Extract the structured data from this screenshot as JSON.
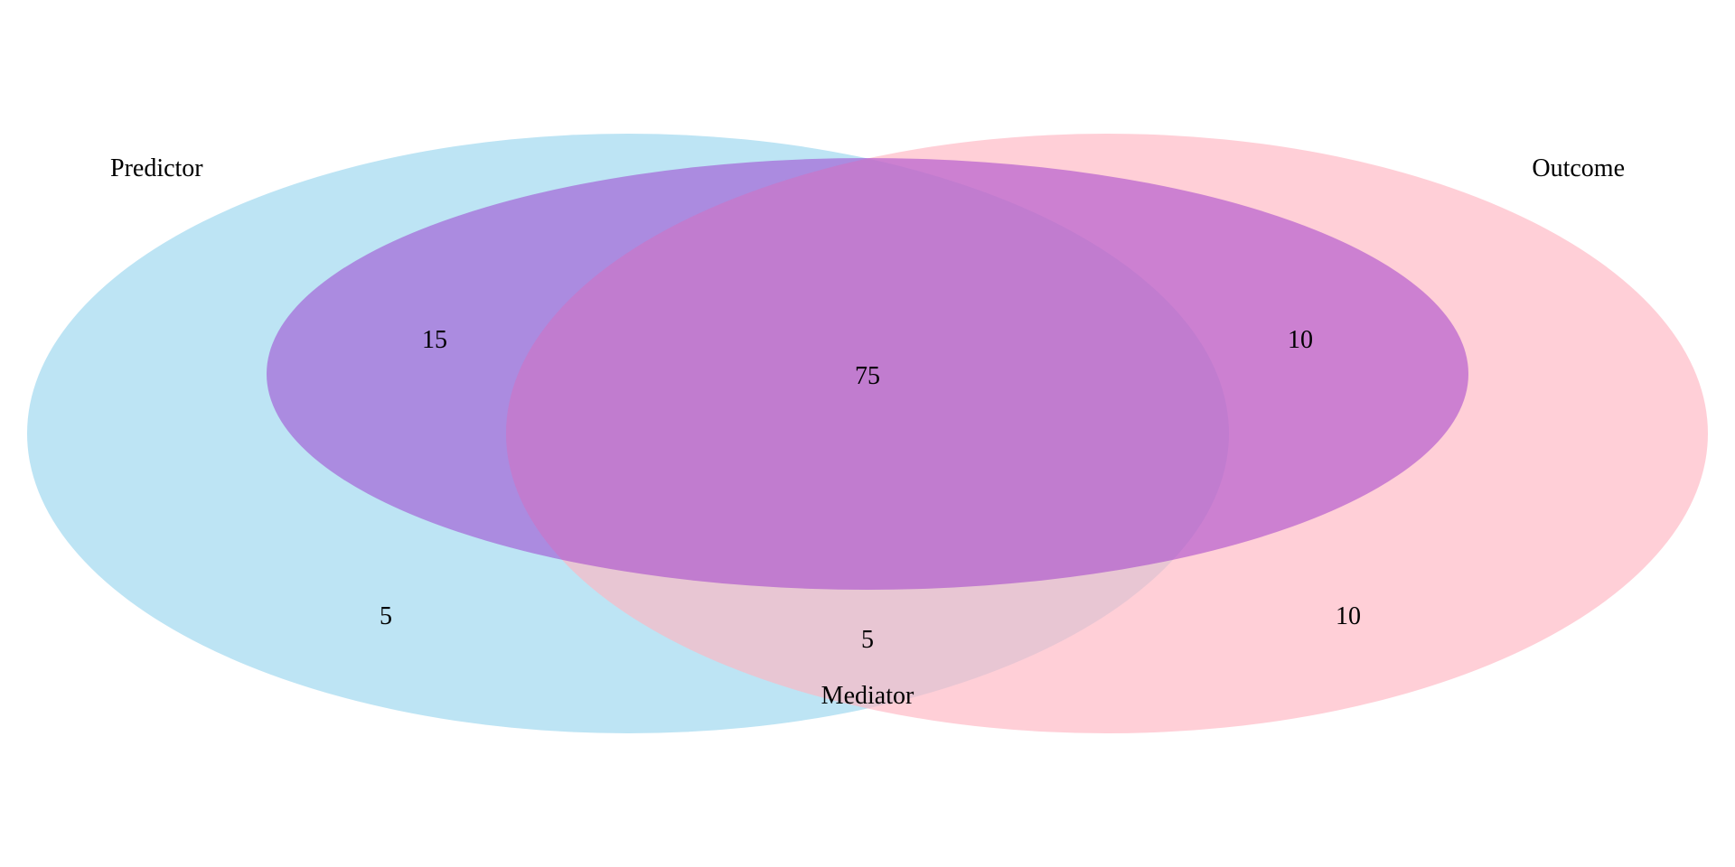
{
  "diagram": {
    "type": "venn",
    "sets": [
      {
        "id": "predictor",
        "label": "Predictor",
        "color": "#87CEEB"
      },
      {
        "id": "outcome",
        "label": "Outcome",
        "color": "#FFB6C1"
      },
      {
        "id": "mediator",
        "label": "Mediator",
        "color": "#9932CC"
      }
    ],
    "regions": [
      {
        "id": "predictor-only",
        "sets": [
          "predictor"
        ],
        "value": "5"
      },
      {
        "id": "outcome-only",
        "sets": [
          "outcome"
        ],
        "value": "10"
      },
      {
        "id": "predictor-mediator",
        "sets": [
          "predictor",
          "mediator"
        ],
        "value": "15"
      },
      {
        "id": "outcome-mediator",
        "sets": [
          "outcome",
          "mediator"
        ],
        "value": "10"
      },
      {
        "id": "predictor-outcome",
        "sets": [
          "predictor",
          "outcome"
        ],
        "value": "5"
      },
      {
        "id": "all-three",
        "sets": [
          "predictor",
          "outcome",
          "mediator"
        ],
        "value": "75"
      }
    ]
  }
}
